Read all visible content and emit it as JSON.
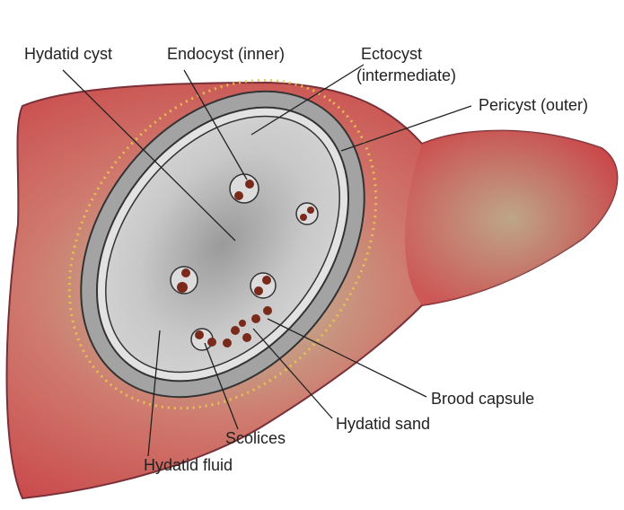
{
  "labels": {
    "hydatid_cyst": "Hydatid cyst",
    "endocyst": "Endocyst (inner)",
    "ectocyst_line1": "Ectocyst",
    "ectocyst_line2": "(intermediate)",
    "pericyst": "Pericyst (outer)",
    "brood_capsule": "Brood capsule",
    "hydatid_sand": "Hydatid sand",
    "scolices": "Scolices",
    "hydatid_fluid": "Hydatid fluid"
  },
  "colors": {
    "liver": "#c9464a",
    "liver_highlight": "#a9c79a",
    "cyst_wall": "#9c9c9c",
    "cyst_fluid": "#c4c4c4",
    "scolex": "#7a2a1a",
    "pericyst_dots": "#e8c84a"
  }
}
